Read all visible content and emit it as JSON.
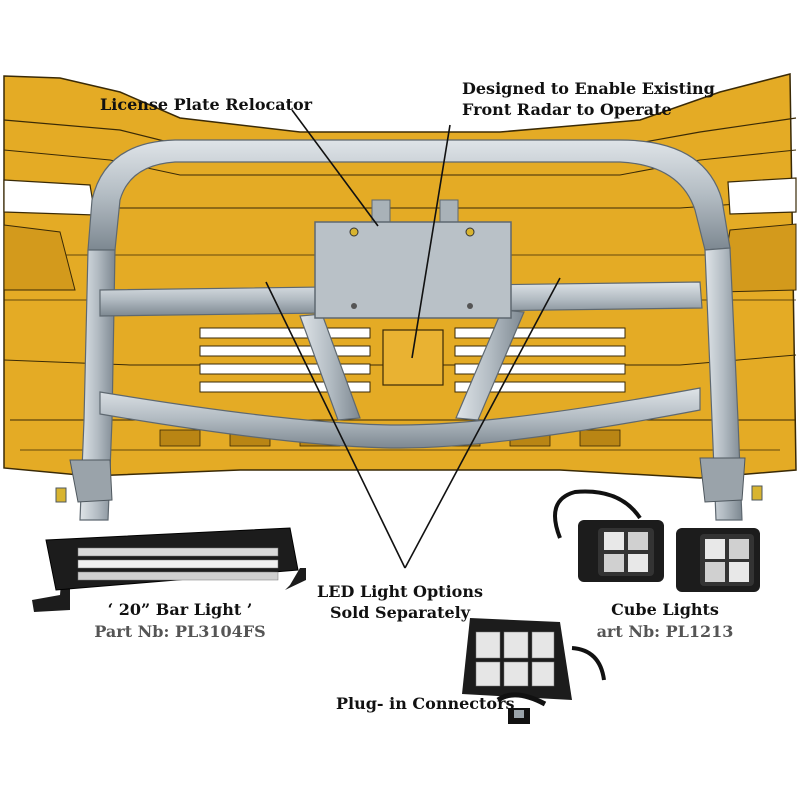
{
  "colors": {
    "bumper": "#e4ab25",
    "bumper_dark": "#b98514",
    "bumper_line": "#3a2a06",
    "bar": "#b8c0c6",
    "bar_dark": "#7f8a92",
    "plate": "#b9c1c7",
    "light_body": "#1c1c1c",
    "light_lens": "#e8e8e8"
  },
  "callouts": {
    "plate_relocator": "License Plate Relocator",
    "radar_line1": "Designed to Enable Existing",
    "radar_line2": "Front Radar to Operate",
    "led_line1": "LED Light Options",
    "led_line2": "Sold Separately"
  },
  "products": {
    "bar_light": {
      "name": "‘ 20” Bar Light ’",
      "part": "Part Nb: PL3104FS"
    },
    "cube_lights": {
      "name": "Cube Lights",
      "part": "art Nb: PL1213"
    },
    "plug_in": {
      "name": "Plug- in Connectors"
    }
  }
}
